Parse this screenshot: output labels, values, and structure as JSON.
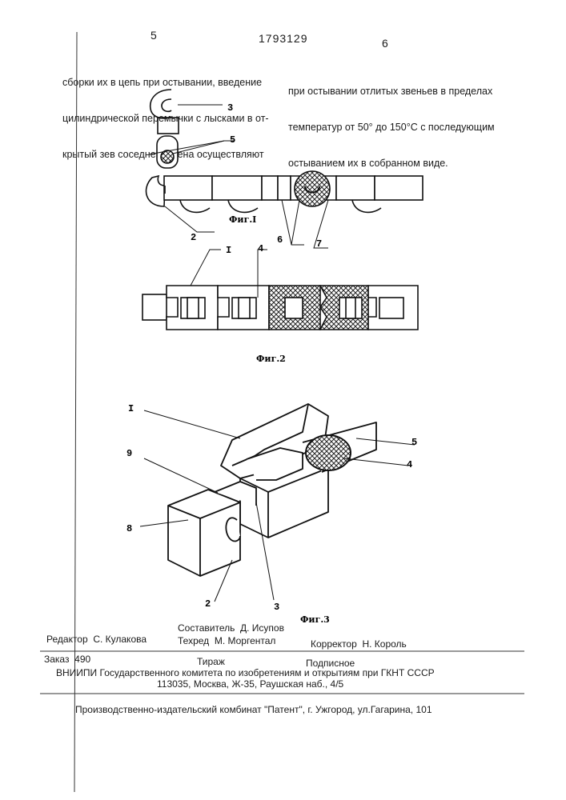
{
  "header": {
    "page_left": "5",
    "patent_number": "1793129",
    "page_right": "6"
  },
  "text": {
    "left_column": [
      "сборки их в цепь при остывании, введение",
      "цилиндрической перемычки с лысками в от-",
      "крытый зев соседнего звена осуществляют"
    ],
    "right_column": [
      "при остывании отлитых звеньев в пределах",
      "температур от 50° до 150°С с последующим",
      "остыванием их в собранном виде."
    ]
  },
  "figures": {
    "fig1": {
      "caption": "Фиг.I",
      "labels": [
        "3",
        "5",
        "2",
        "6",
        "7"
      ]
    },
    "fig2": {
      "caption": "Фиг.2",
      "labels": [
        "I",
        "4"
      ]
    },
    "fig3": {
      "caption": "Фиг.3",
      "labels": [
        "I",
        "9",
        "8",
        "2",
        "3",
        "5",
        "4"
      ]
    }
  },
  "imprint": {
    "editor": "Редактор  С. Кулакова",
    "compiler": "Составитель  Д. Исупов",
    "techred": "Техред  М. Моргентал",
    "corrector": "Корректор  Н. Король",
    "order": "Заказ  490",
    "circulation": "Тираж",
    "subscription": "Подписное",
    "institute": "ВНИИПИ Государственного комитета по изобретениям и открытиям при ГКНТ СССР",
    "address": "113035, Москва, Ж-35, Раушская наб., 4/5",
    "printer": "Производственно-издательский комбинат \"Патент\", г. Ужгород, ул.Гагарина, 101"
  }
}
